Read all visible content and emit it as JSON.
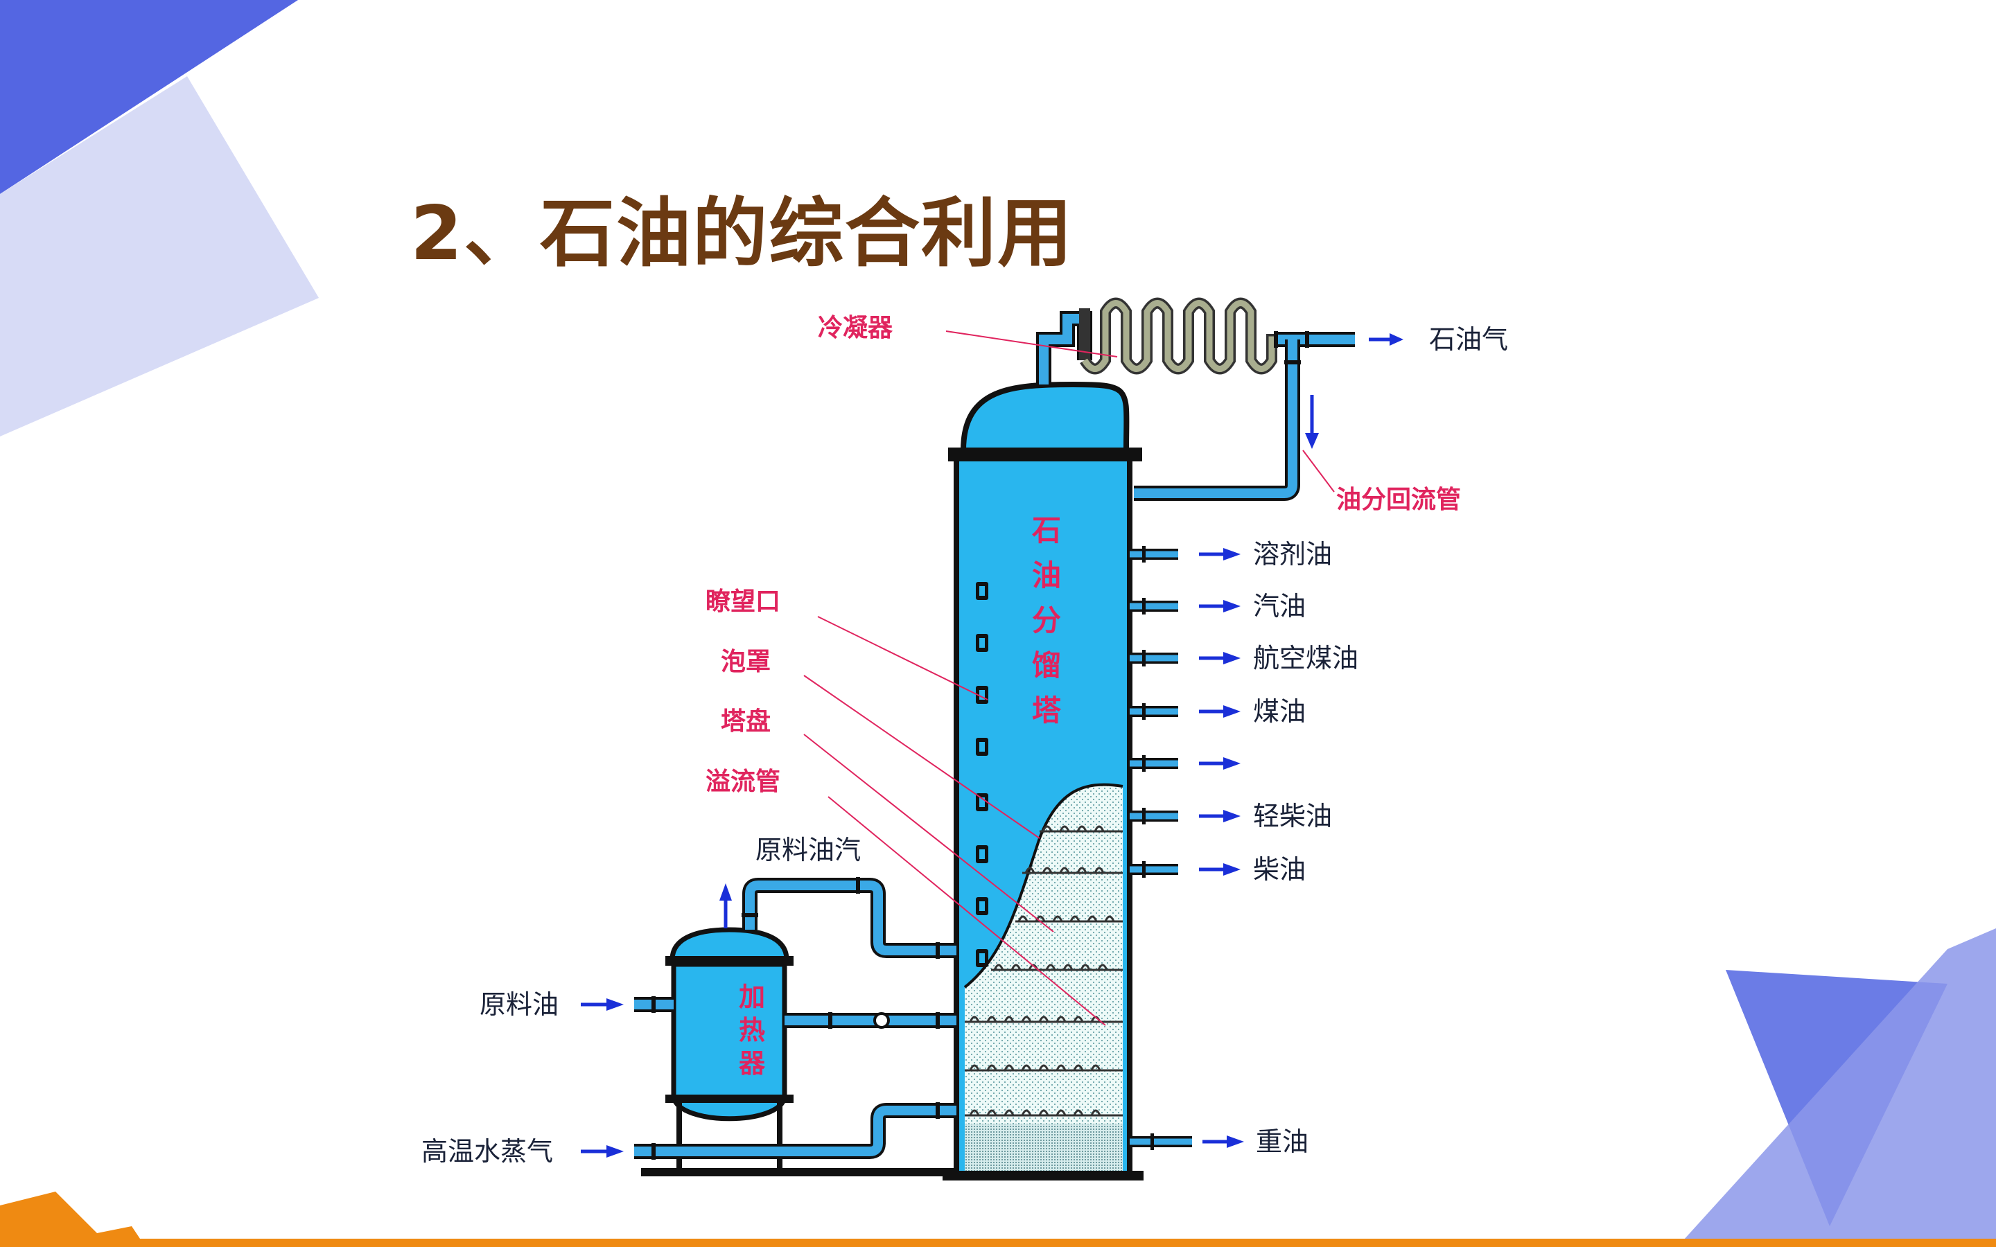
{
  "slide": {
    "title": "2、石油的综合利用"
  },
  "colors": {
    "accent_blue": "#5466e2",
    "pale_blue": "#d7dbf6",
    "title_brown": "#6b3a12",
    "tower_fill": "#29b6ee",
    "pipe_blue": "#3aa9e6",
    "label_red": "#e0245e",
    "arrow_blue": "#1a2fd8",
    "bottom_orange": "#ef8a12"
  },
  "diagram": {
    "tower_label": [
      "石",
      "油",
      "分",
      "馏",
      "塔"
    ],
    "heater_label": [
      "加",
      "热",
      "器"
    ],
    "callouts": {
      "condenser": "冷凝器",
      "reflux": "油分回流管",
      "sight_glass": "瞭望口",
      "bubble_cap": "泡罩",
      "tray": "塔盘",
      "overflow": "溢流管"
    },
    "inputs": {
      "feed_vapor": "原料油汽",
      "crude_oil": "原料油",
      "steam": "高温水蒸气"
    },
    "outputs": {
      "gas": "石油气",
      "solvent_oil": "溶剂油",
      "gasoline": "汽油",
      "jet_fuel": "航空煤油",
      "kerosene": "煤油",
      "blank": "",
      "light_diesel": "轻柴油",
      "diesel": "柴油",
      "heavy_oil": "重油"
    }
  }
}
